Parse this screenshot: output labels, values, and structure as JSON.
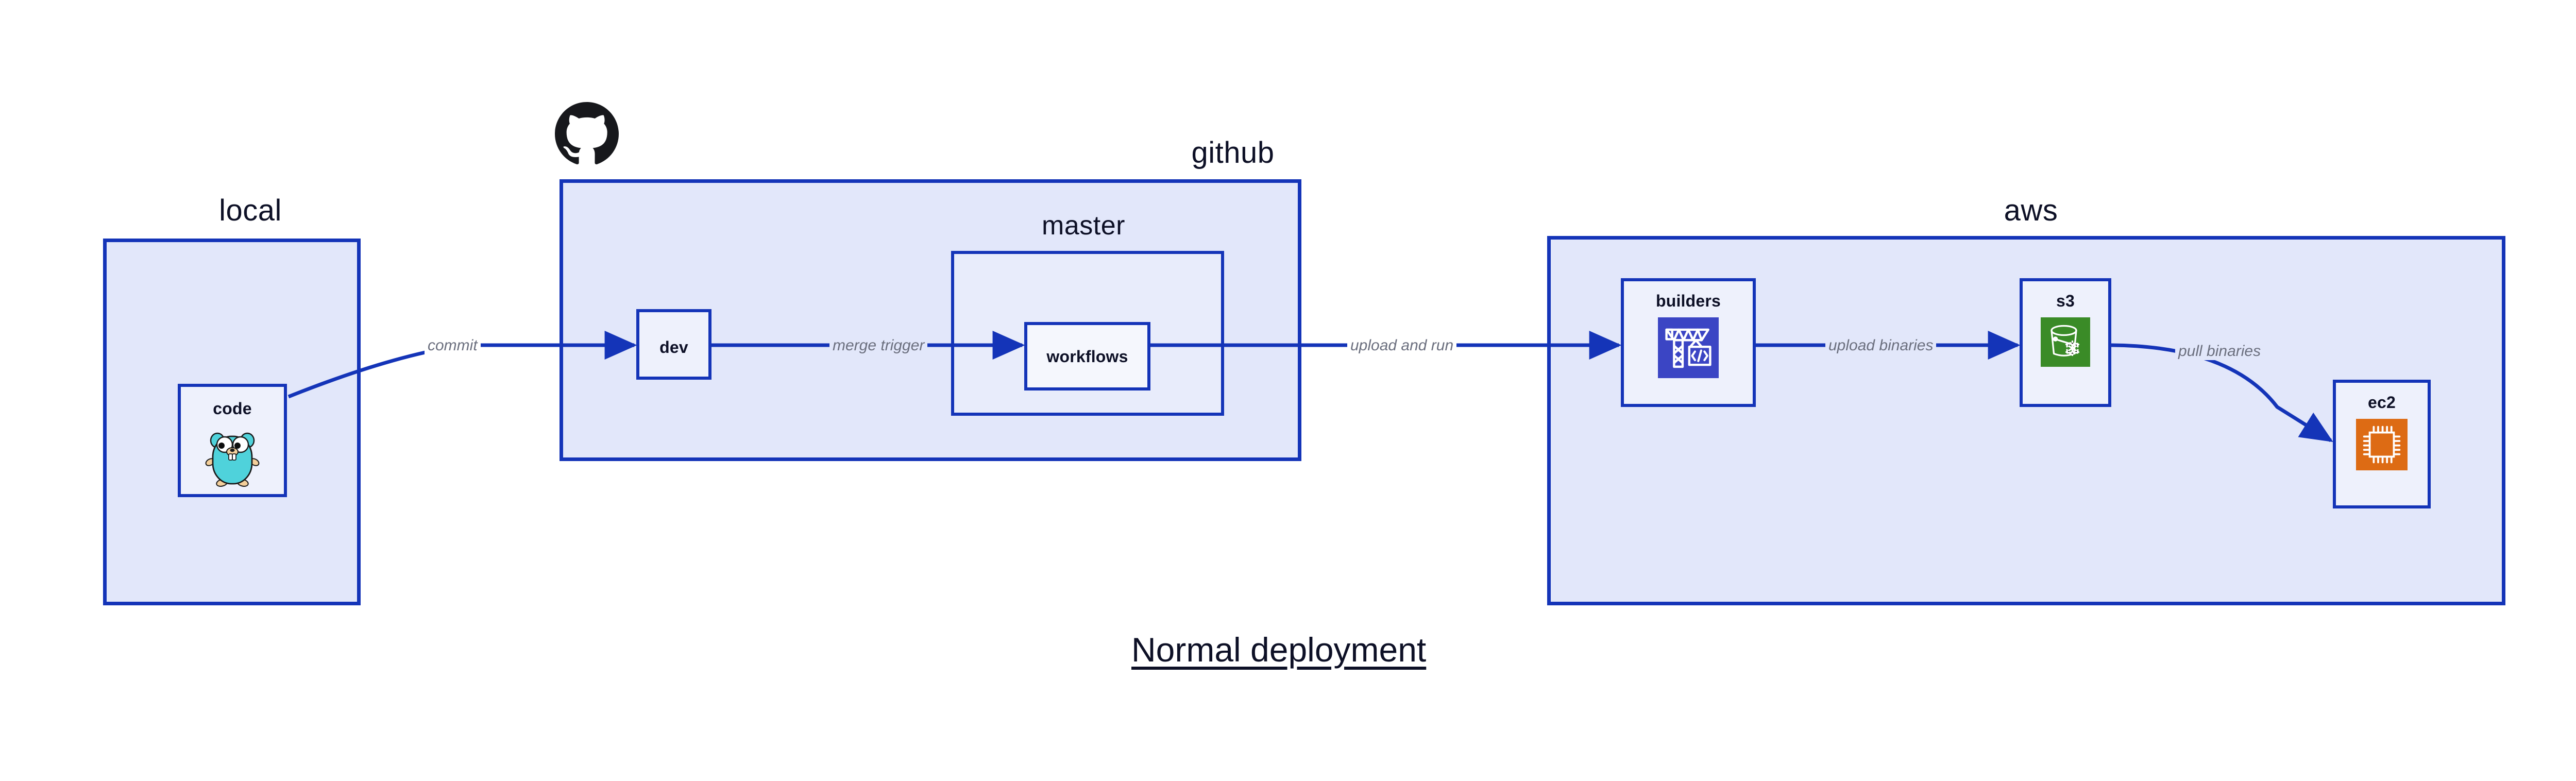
{
  "title": "Normal deployment",
  "colors": {
    "group_border": "#1434b8",
    "group_fill": "#e2e7fa",
    "subgroup_fill": "#e8ecfb",
    "node_fill": "#eef1fc",
    "node_plain_fill": "#f5f7fd",
    "text": "#0d1026",
    "edge_label": "#6b6f7e",
    "arrow": "#1434b8",
    "go_cyan": "#4fd2db",
    "builders_blue": "#3b45c4",
    "s3_green": "#3a8b27",
    "ec2_orange": "#dd6b14",
    "github_black": "#17181c"
  },
  "groups": {
    "local": {
      "label": "local"
    },
    "github": {
      "label": "github"
    },
    "master": {
      "label": "master"
    },
    "aws": {
      "label": "aws"
    }
  },
  "nodes": {
    "code": {
      "label": "code",
      "icon": "go-gopher-icon"
    },
    "dev": {
      "label": "dev",
      "icon": "none"
    },
    "workflows": {
      "label": "workflows",
      "icon": "none"
    },
    "builders": {
      "label": "builders",
      "icon": "crane-code-icon"
    },
    "s3": {
      "label": "s3",
      "icon": "s3-bucket-snowflake-icon"
    },
    "ec2": {
      "label": "ec2",
      "icon": "cpu-chip-icon"
    }
  },
  "edges": {
    "commit": {
      "label": "commit",
      "from": "code",
      "to": "dev"
    },
    "merge_trigger": {
      "label": "merge trigger",
      "from": "dev",
      "to": "workflows"
    },
    "upload_and_run": {
      "label": "upload and run",
      "from": "workflows",
      "to": "builders"
    },
    "upload_binaries": {
      "label": "upload binaries",
      "from": "builders",
      "to": "s3"
    },
    "pull_binaries": {
      "label": "pull binaries",
      "from": "s3",
      "to": "ec2"
    }
  },
  "icons": {
    "github_logo": "github-octocat-icon"
  }
}
